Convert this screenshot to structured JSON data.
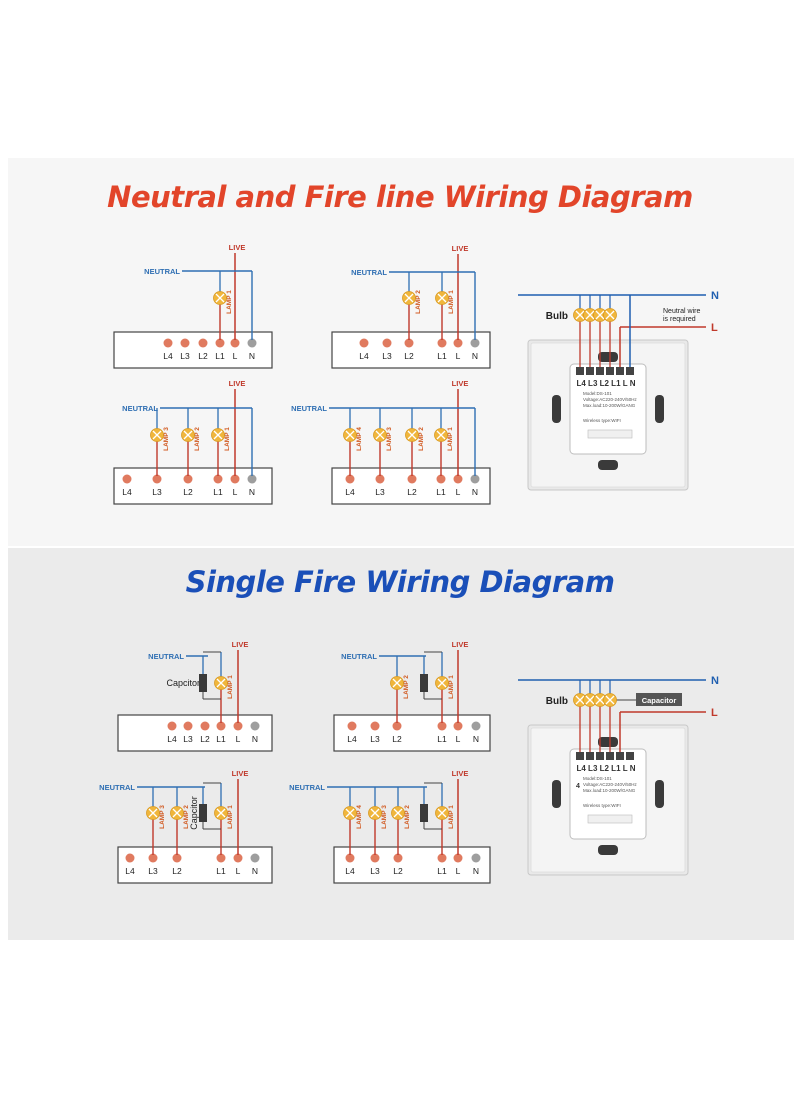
{
  "colors": {
    "live": "#c0392b",
    "neutral": "#2f6fb3",
    "dot": "#e07a5f",
    "dot_neutral": "#9e9e9e",
    "lamp": "#f0b63c",
    "accent_top": "#e2452a",
    "accent_bottom": "#1a4fb8",
    "cap_box": "#555555"
  },
  "top": {
    "title": "Neutral and Fire line Wiring Diagram"
  },
  "bottom": {
    "title": "Single Fire Wiring Diagram"
  },
  "labels": {
    "live": "LIVE",
    "neutral": "NEUTRAL",
    "lamp1": "LAMP 1",
    "lamp2": "LAMP 2",
    "lamp3": "LAMP 3",
    "lamp4": "LAMP 4",
    "capacitor": "Capcitor",
    "capacitor_box": "Capacitor",
    "bulb": "Bulb",
    "n": "N",
    "l": "L",
    "neutral_note_1": "Neutral wire",
    "neutral_note_2": "is required"
  },
  "terminals": [
    "L4",
    "L3",
    "L2",
    "L1",
    "L",
    "N"
  ],
  "device": {
    "terminal_row": "L4 L3 L2 L1 L N",
    "model": "Model:DS-101",
    "voltage": "Voltage:AC220-240V/50Hz",
    "load": "Max.load:10-200W/GANG",
    "wireless": "Wireless type:WIFI",
    "gang_number": "4"
  }
}
